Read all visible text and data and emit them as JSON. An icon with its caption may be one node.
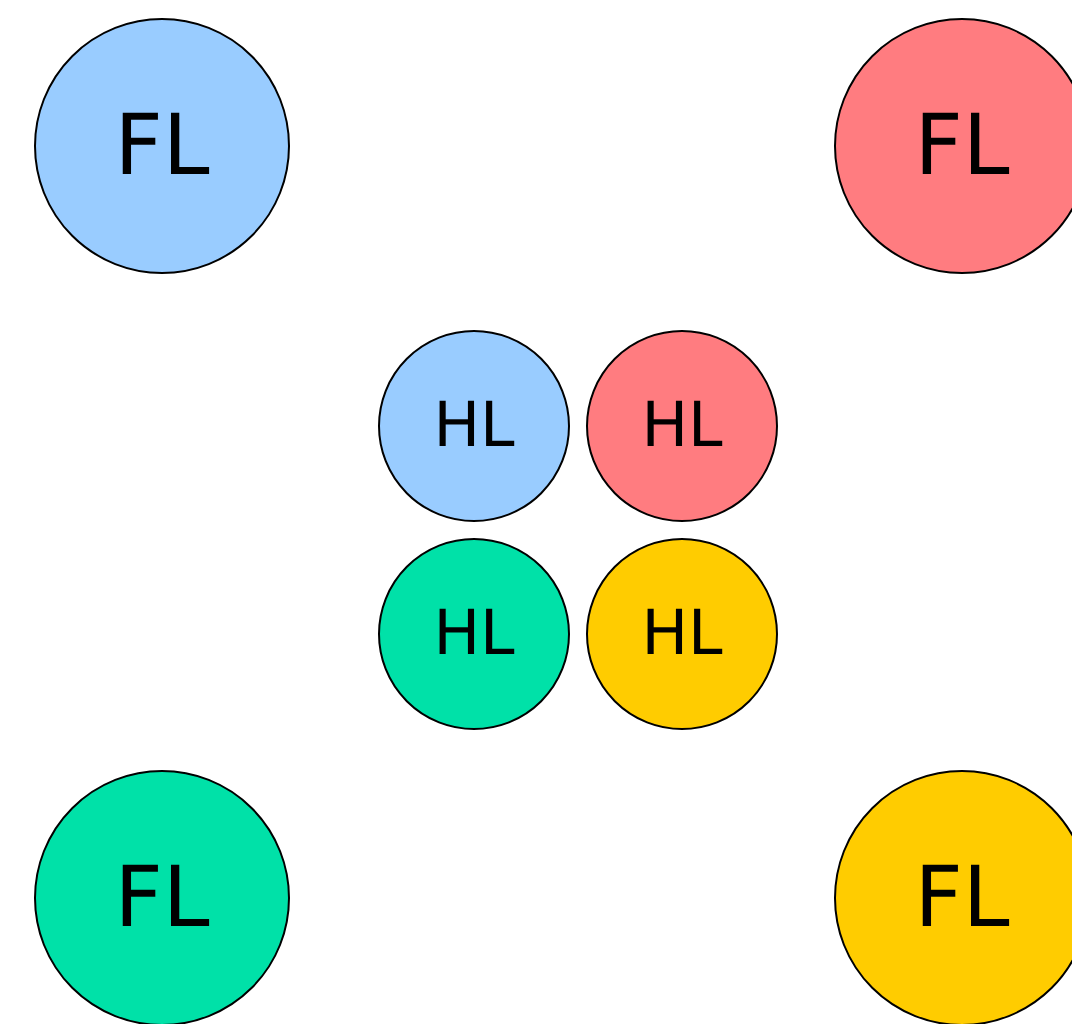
{
  "diagram": {
    "nodes": [
      {
        "text": [
          "FL"
        ]
      },
      {
        "text": [
          "FL"
        ]
      },
      {
        "text": [
          "HL"
        ]
      },
      {
        "text": [
          "HL"
        ]
      },
      {
        "text": [
          "HL"
        ]
      },
      {
        "text": [
          "HL"
        ]
      },
      {
        "text": [
          "FL"
        ]
      },
      {
        "text": [
          "FL"
        ]
      }
    ]
  }
}
